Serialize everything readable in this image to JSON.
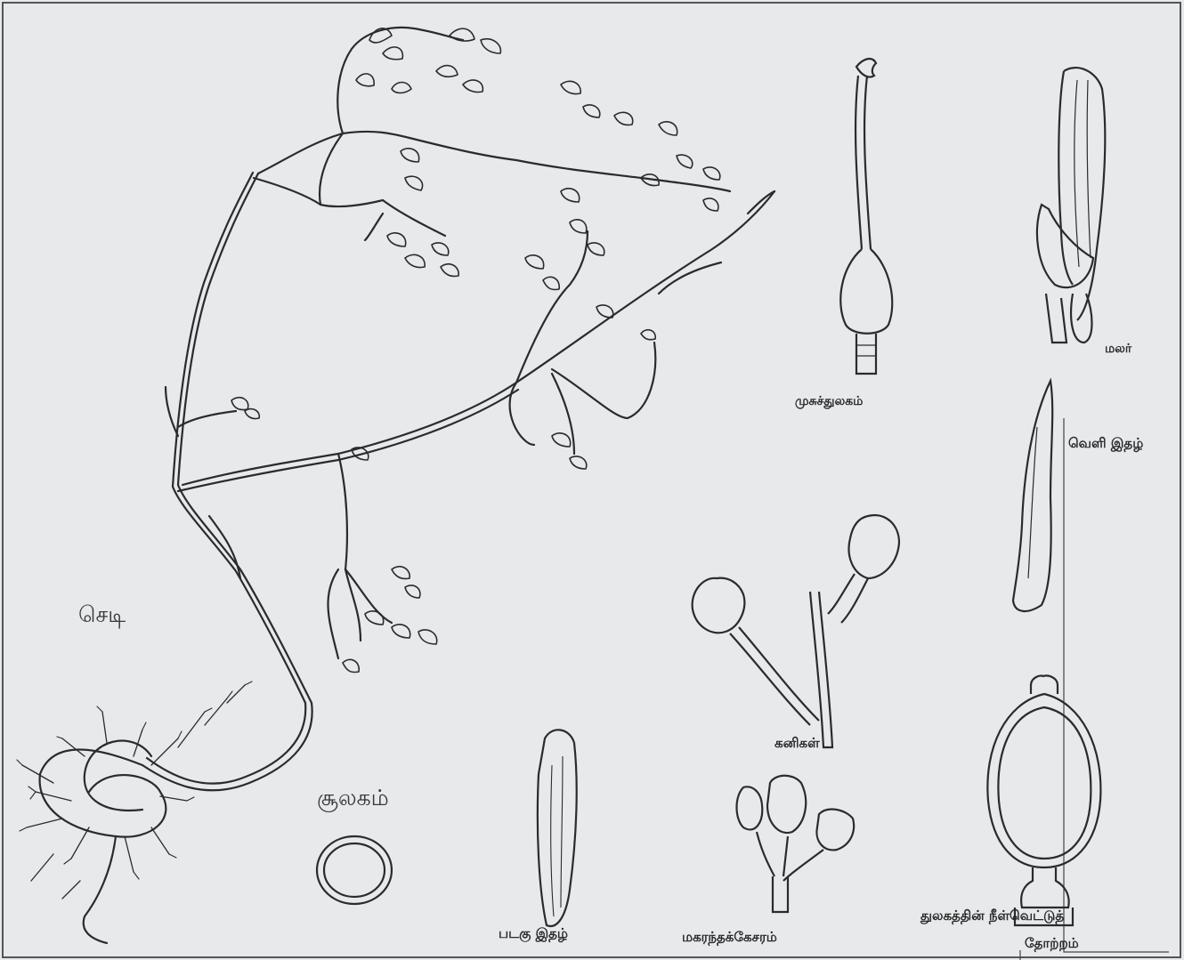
{
  "labels": {
    "plant": "செடி",
    "pistil": "சூலகம்",
    "stamen_style": "முசுச்துலகம்",
    "flower": "மலர்",
    "outer_petal": "வெளி இதழ்",
    "fruits": "கனிகள்",
    "wing_petal": "படகு இதழ்",
    "stamens": "மகரந்தக்கேசரம்",
    "ovary_section_1": "துலகத்தின் நீள்வெட்டுத்",
    "ovary_section_2": "தோற்றம்"
  }
}
